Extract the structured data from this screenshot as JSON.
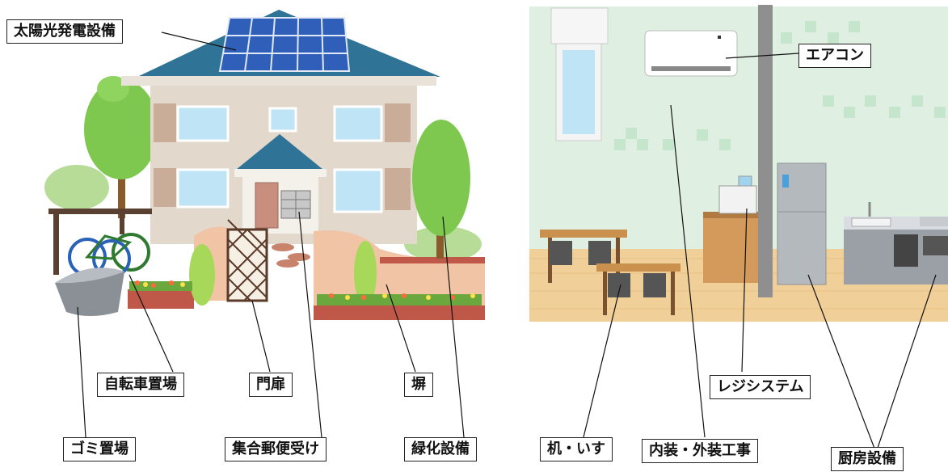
{
  "labels": {
    "solar": "太陽光発電設備",
    "aircon": "エアコン",
    "bicycle": "自転車置場",
    "gate": "門扉",
    "fence": "塀",
    "garbage": "ゴミ置場",
    "mailbox": "集合郵便受け",
    "greening": "緑化設備",
    "desk": "机・いす",
    "interior": "内装・外装工事",
    "register": "レジシステム",
    "kitchen": "厨房設備"
  },
  "colors": {
    "roof": "#2f7496",
    "wall": "#e2d8cc",
    "solar_panel": "#2f5fb8",
    "tree": "#7ec850",
    "brick": "#c0584a",
    "room_wall": "#dff0e2",
    "floor": "#f1cf98",
    "fixture_gray": "#9aa0a6"
  }
}
